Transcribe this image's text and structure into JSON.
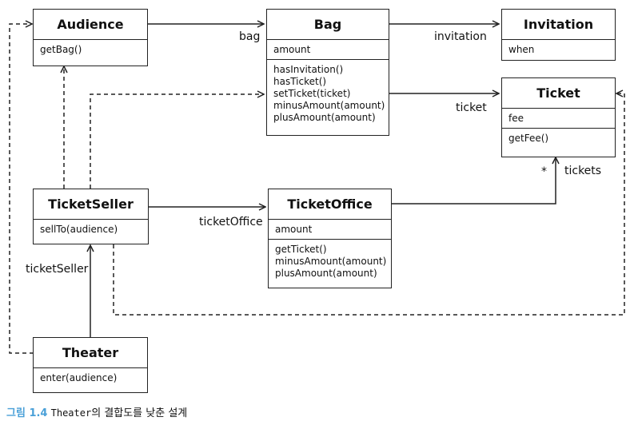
{
  "classes": {
    "audience": {
      "name": "Audience",
      "methods": [
        "getBag()"
      ]
    },
    "bag": {
      "name": "Bag",
      "attributes": [
        "amount"
      ],
      "methods": [
        "hasInvitation()",
        "hasTicket()",
        "setTicket(ticket)",
        "minusAmount(amount)",
        "plusAmount(amount)"
      ]
    },
    "invitation": {
      "name": "Invitation",
      "attributes": [
        "when"
      ]
    },
    "ticket": {
      "name": "Ticket",
      "attributes": [
        "fee"
      ],
      "methods": [
        "getFee()"
      ]
    },
    "ticketseller": {
      "name": "TicketSeller",
      "methods": [
        "sellTo(audience)"
      ]
    },
    "ticketoffice": {
      "name": "TicketOffice",
      "attributes": [
        "amount"
      ],
      "methods": [
        "getTicket()",
        "minusAmount(amount)",
        "plusAmount(amount)"
      ]
    },
    "theater": {
      "name": "Theater",
      "methods": [
        "enter(audience)"
      ]
    }
  },
  "labels": {
    "bag": "bag",
    "invitation": "invitation",
    "ticket": "ticket",
    "ticketOffice": "ticketOffice",
    "tickets": "tickets",
    "multiplicity": "*",
    "ticketSeller": "ticketSeller"
  },
  "caption": {
    "number": "그림 1.4",
    "code": "Theater",
    "text": "의 결합도를 낮춘 설계"
  }
}
